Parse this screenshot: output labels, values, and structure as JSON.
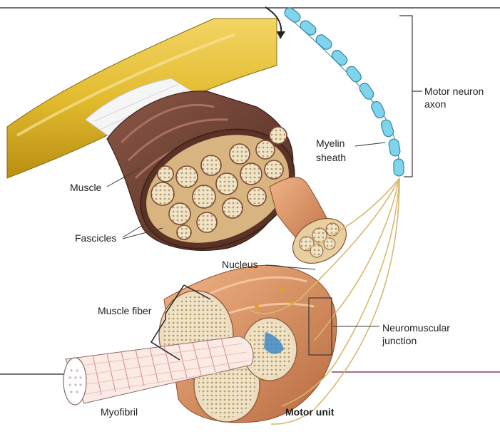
{
  "labels": {
    "motor_neuron_axon_line1": "Motor neuron",
    "motor_neuron_axon_line2": "axon",
    "myelin_sheath_line1": "Myelin",
    "myelin_sheath_line2": "sheath",
    "muscle": "Muscle",
    "fascicles": "Fascicles",
    "nucleus": "Nucleus",
    "muscle_fiber": "Muscle fiber",
    "neuromuscular_junction_line1": "Neuromuscular",
    "neuromuscular_junction_line2": "junction",
    "myofibril": "Myofibril",
    "motor_unit": "Motor unit"
  },
  "colors": {
    "bone": "#e2bb2e",
    "tendon": "#f2f2f2",
    "muscle": "#6b3a2c",
    "fascicle_fill": "#dcc08f",
    "fiber": "#d9905f",
    "myelin": "#7fd3ea",
    "nerve": "#d8b870",
    "accent_line": "#8a3a5e"
  }
}
